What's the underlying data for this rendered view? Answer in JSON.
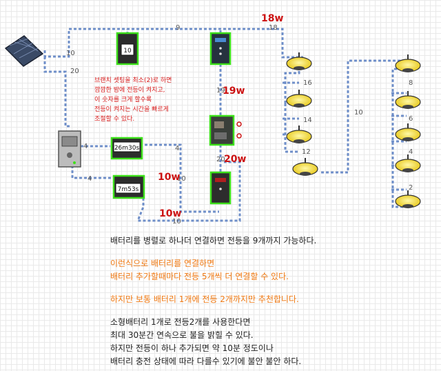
{
  "wire_labels": {
    "top_left": "9",
    "top_right": "18",
    "panel_a": "10",
    "panel_b": "20",
    "ctrl_mid": "19",
    "ctrl_low": "20",
    "ctrl_top_left": "4",
    "ctrl_bottom_left": "4",
    "ctrl_right": "4",
    "bottom": "10",
    "bat_col": "10",
    "lamps_left": [
      "16",
      "14",
      "12"
    ],
    "lamps_center": "10",
    "lamps_right": [
      "8",
      "6",
      "4",
      "2"
    ]
  },
  "watts": {
    "top": "18w",
    "middle": "19w",
    "lower": "20w",
    "left": "10w",
    "bottom": "10w"
  },
  "device_labels": {
    "sensor": "10",
    "timer_a": "26m30s",
    "timer_b": "7m53s"
  },
  "note": [
    "브랜치 셋팅을 최소(2)로 하면",
    "깜깜한 밤에 전등이 켜지고,",
    "이 숫자를 크게 할수록",
    "전등이 켜지는 시간을 빠르게",
    "조절할 수 있다."
  ],
  "text": {
    "line1": "배터리를 병렬로 하나더 연결하면 전등을 9개까지 가능하다.",
    "line2": "이런식으로 배터리를 연결하면",
    "line3": "배터리 추가할때마다 전등 5개씩 더 연결할 수 있다.",
    "line4": "하지만 보통 배터리 1개에 전등 2개까지만 추천합니다.",
    "line5": "소형배터리 1개로 전등2개를 사용한다면",
    "line6": "최대 30분간 연속으로 불을 밝힐 수 있다.",
    "line7": "하지만 전등이 하나 추가되면 약 10분 정도이나",
    "line8": "배터리 충전 상태에 따라 다를수 있기에 불안 불안 하다."
  },
  "colors": {
    "wire": "#6f8fc9",
    "watt": "#cc1111",
    "note": "#d81c1c",
    "orange": "#f07a14",
    "lamp": "#f7e13a",
    "battery": "#2d2d2d",
    "green_outline": "#3de01a"
  }
}
